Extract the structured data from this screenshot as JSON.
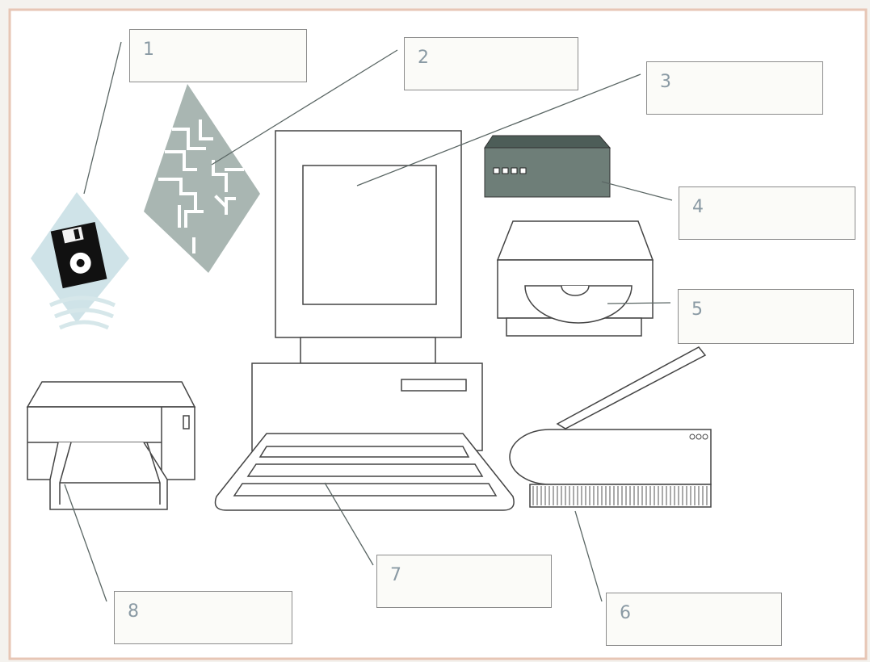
{
  "labels": [
    {
      "id": "1",
      "text": "1"
    },
    {
      "id": "2",
      "text": "2"
    },
    {
      "id": "3",
      "text": "3"
    },
    {
      "id": "4",
      "text": "4"
    },
    {
      "id": "5",
      "text": "5"
    },
    {
      "id": "6",
      "text": "6"
    },
    {
      "id": "7",
      "text": "7"
    },
    {
      "id": "8",
      "text": "8"
    }
  ],
  "colors": {
    "frame_border": "#e7c6b5",
    "line": "#5a6664",
    "chip": "#a9b6b2",
    "modem": "#6e7e78",
    "box_border": "#8c8c8c",
    "number": "#8a9aa4"
  },
  "icons": [
    "floppy-disk",
    "microchip",
    "monitor",
    "modem",
    "cd-drive",
    "scanner",
    "keyboard",
    "printer"
  ]
}
